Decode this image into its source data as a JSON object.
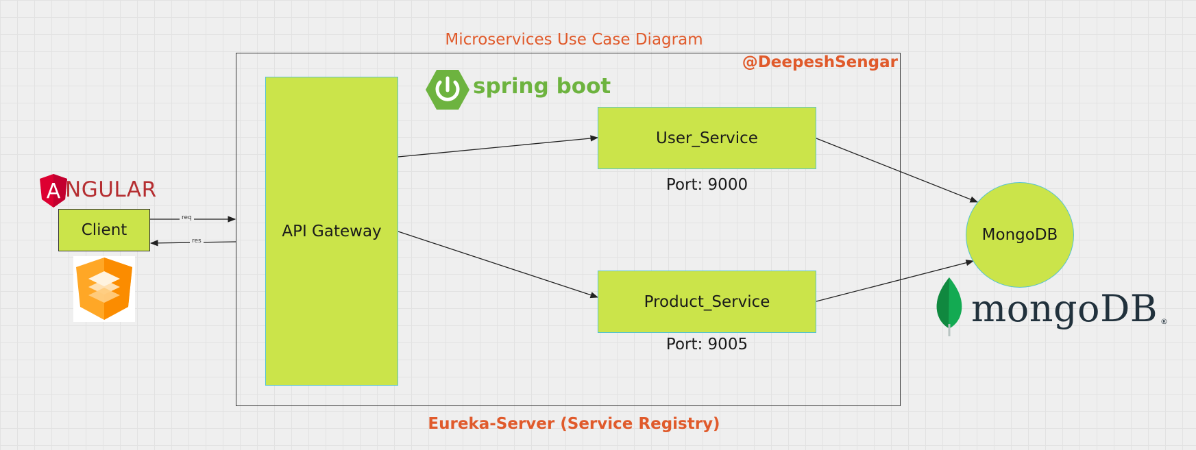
{
  "diagram": {
    "title": "Microservices Use Case Diagram",
    "author": "@DeepeshSengar",
    "registry_label": "Eureka-Server (Service Registry)"
  },
  "nodes": {
    "client": "Client",
    "api_gateway": "API Gateway",
    "user_service": "User_Service",
    "product_service": "Product_Service",
    "database": "MongoDB"
  },
  "ports": {
    "user_service": "Port: 9000",
    "product_service": "Port: 9005"
  },
  "edges": {
    "request_label": "req",
    "response_label": "res"
  },
  "logos": {
    "angular": "NGULAR",
    "angular_letter": "A",
    "spring": "spring boot",
    "mongodb": "mongoDB",
    "mongodb_mark": "®"
  },
  "colors": {
    "node_fill": "#cbe44a",
    "node_border": "#54c2cf",
    "accent_text": "#e05a2b"
  }
}
